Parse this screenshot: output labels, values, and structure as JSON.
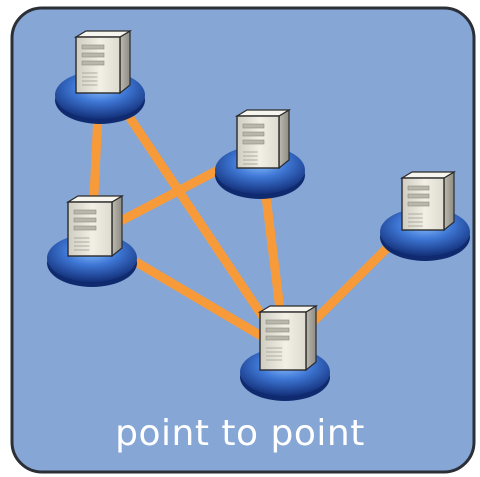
{
  "diagram": {
    "caption": "point to point",
    "colors": {
      "panel_fill": "#86a7d6",
      "panel_border": "#2b2f36",
      "link": "#f79a3a",
      "base_dark": "#1d3f8f",
      "base_light": "#6aa6f0",
      "server_body": "#e9e7da",
      "server_side": "#a9a79c",
      "caption": "#ffffff"
    },
    "nodes": [
      {
        "id": "server-top-left",
        "icon": "server-icon"
      },
      {
        "id": "server-top-middle",
        "icon": "server-icon"
      },
      {
        "id": "server-middle-left",
        "icon": "server-icon"
      },
      {
        "id": "server-right",
        "icon": "server-icon"
      },
      {
        "id": "server-bottom",
        "icon": "server-icon"
      }
    ],
    "links": [
      [
        "server-top-left",
        "server-middle-left"
      ],
      [
        "server-top-left",
        "server-bottom"
      ],
      [
        "server-middle-left",
        "server-top-middle"
      ],
      [
        "server-middle-left",
        "server-bottom"
      ],
      [
        "server-top-middle",
        "server-bottom"
      ],
      [
        "server-right",
        "server-bottom"
      ]
    ]
  }
}
